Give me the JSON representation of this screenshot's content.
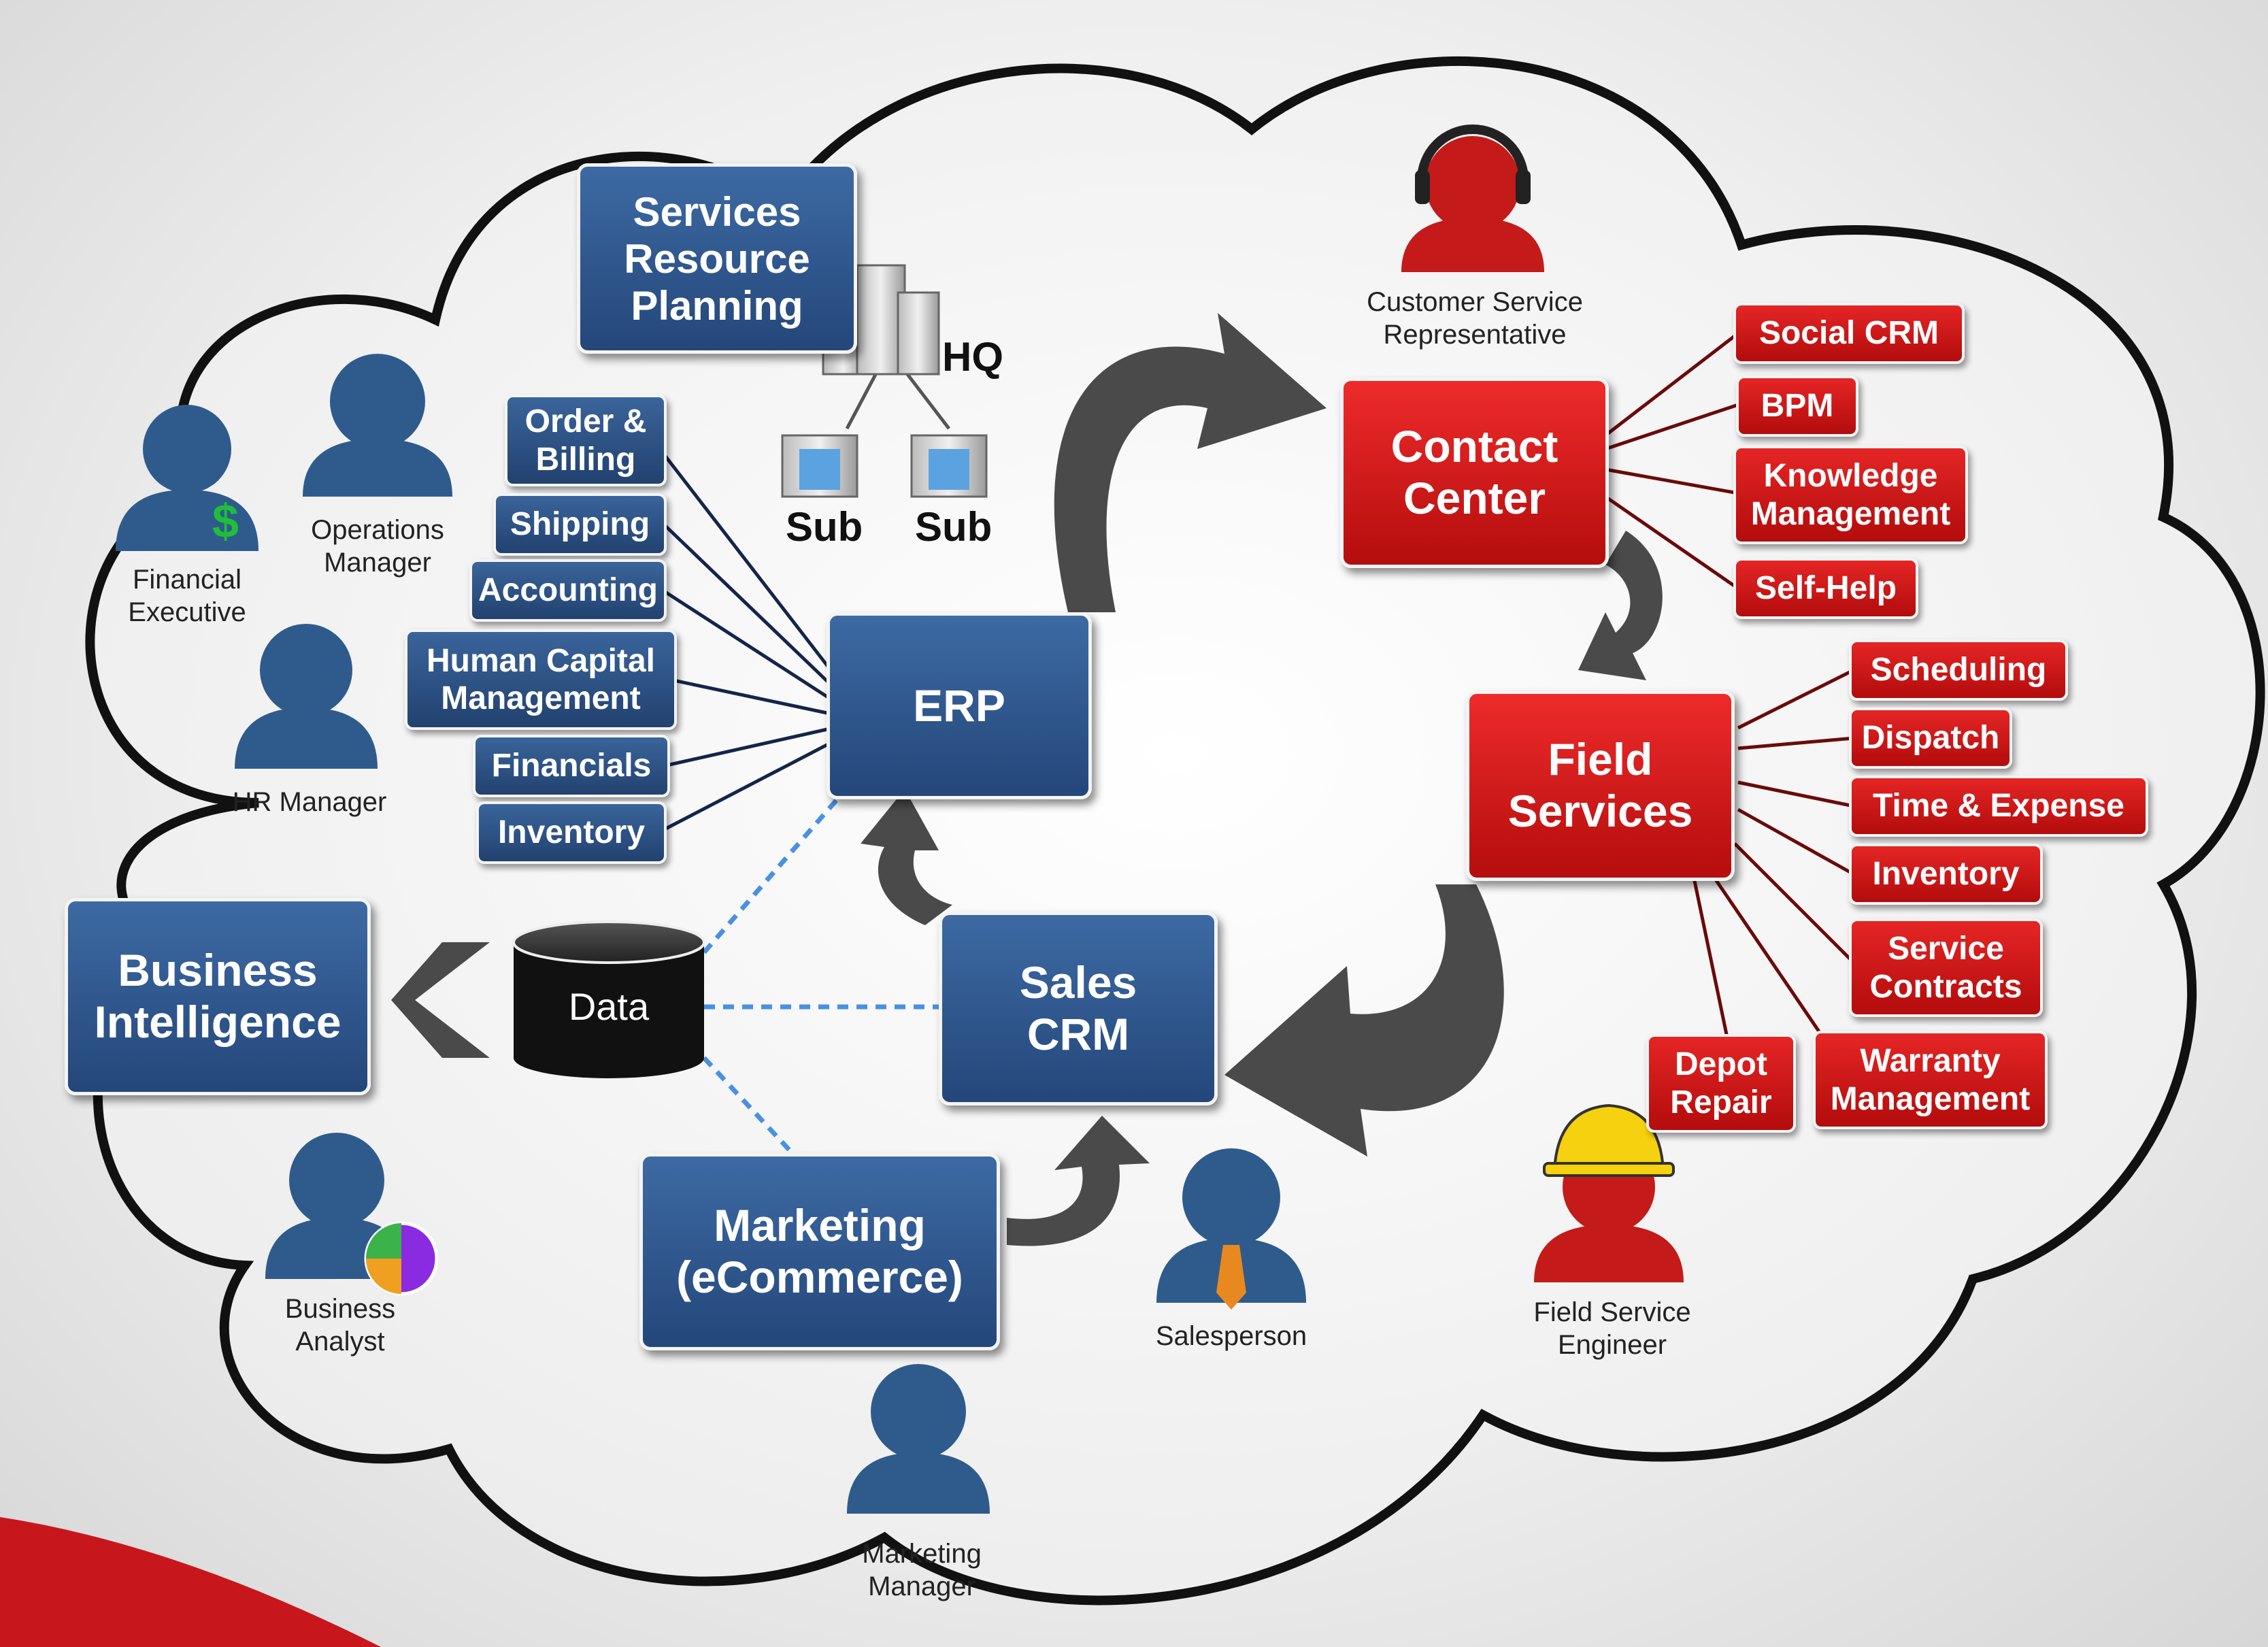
{
  "hubs": {
    "srp": "Services Resource Planning",
    "erp": "ERP",
    "contact_center": "Contact Center",
    "field_services": "Field Services",
    "sales_crm": "Sales CRM",
    "marketing": "Marketing (eCommerce)",
    "business_intelligence": "Business Intelligence",
    "data": "Data"
  },
  "buildings": {
    "hq": "HQ",
    "sub_left": "Sub",
    "sub_right": "Sub"
  },
  "erp_modules": [
    "Order & Billing",
    "Shipping",
    "Accounting",
    "Human Capital Management",
    "Financials",
    "Inventory"
  ],
  "contact_center_modules": [
    "Social CRM",
    "BPM",
    "Knowledge Management",
    "Self-Help"
  ],
  "field_services_modules": [
    "Scheduling",
    "Dispatch",
    "Time & Expense",
    "Inventory",
    "Service Contracts",
    "Warranty Management",
    "Depot Repair"
  ],
  "people": {
    "financial_executive": "Financial Executive",
    "operations_manager": "Operations Manager",
    "hr_manager": "HR Manager",
    "business_analyst": "Business Analyst",
    "marketing_manager": "Marketing Manager",
    "salesperson": "Salesperson",
    "customer_service_rep": "Customer Service Representative",
    "field_service_engineer": "Field Service Engineer"
  },
  "colors": {
    "blue_box": "#2c5185",
    "red_box": "#d01a1a",
    "person_blue": "#2f5b8c",
    "person_red": "#c41a1a",
    "arrow": "#4a4a4a",
    "dash": "#4a90e2"
  }
}
